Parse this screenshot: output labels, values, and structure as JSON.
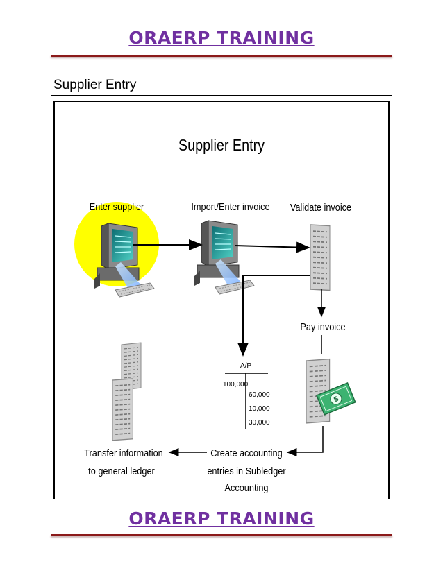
{
  "header": {
    "brand": "ORAERP TRAINING"
  },
  "footer": {
    "brand": "ORAERP TRAINING"
  },
  "section": {
    "title": "Supplier Entry"
  },
  "diagram": {
    "title": "Supplier Entry",
    "nodes": {
      "enter_supplier": "Enter supplier",
      "import_enter_invoice": "Import/Enter invoice",
      "validate_invoice": "Validate invoice",
      "pay_invoice": "Pay invoice",
      "transfer_line1": "Transfer information",
      "transfer_line2": "to general ledger",
      "create_line1": "Create accounting",
      "create_line2": "entries in Subledger",
      "create_line3": "Accounting"
    },
    "t_account": {
      "title": "A/P",
      "debit": "100,000",
      "credits": [
        "60,000",
        "10,000",
        "30,000"
      ]
    }
  },
  "colors": {
    "brand": "#7030a0",
    "rule": "#8b1a1a",
    "highlight": "#ffff00",
    "money": "#3cb371"
  }
}
